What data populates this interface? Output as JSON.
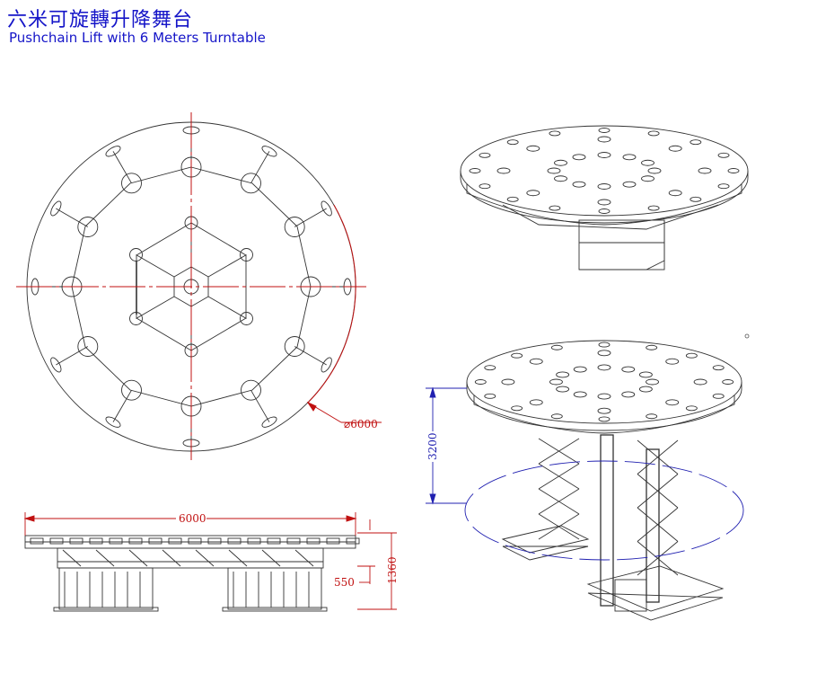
{
  "title": {
    "chinese": "六米可旋轉升降舞台",
    "english": "Pushchain Lift with 6 Meters Turntable"
  },
  "plan_view": {
    "diameter_label": "⌀6000"
  },
  "side_view": {
    "width_label": "6000",
    "lowered_height_label": "550",
    "total_height_label": "1360"
  },
  "raised_view": {
    "lift_height_label": "3200"
  },
  "colors": {
    "title": "#1515c8",
    "dimension_red": "#c01010",
    "dimension_blue": "#2020b0",
    "line": "#222222"
  }
}
